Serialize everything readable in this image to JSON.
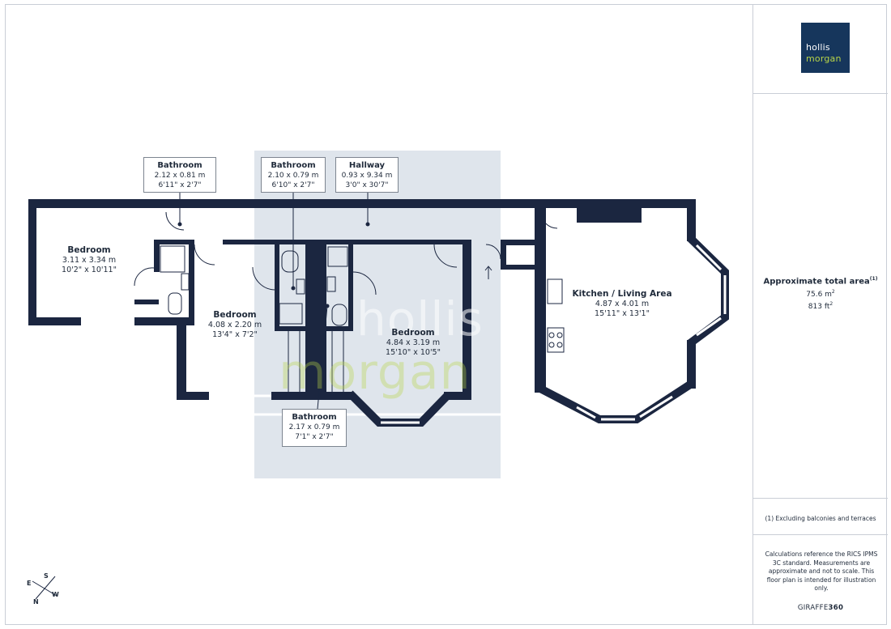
{
  "logo": {
    "line1": "hollis",
    "line2": "morgan",
    "brand_color": "#16365c",
    "accent_color": "#b8d448"
  },
  "labels": {
    "bathroom_left": {
      "title": "Bathroom",
      "metric": "2.12 x 0.81 m",
      "imperial": "6'11\" x 2'7\""
    },
    "bathroom_mid": {
      "title": "Bathroom",
      "metric": "2.10 x 0.79 m",
      "imperial": "6'10\" x 2'7\""
    },
    "hallway": {
      "title": "Hallway",
      "metric": "0.93 x 9.34 m",
      "imperial": "3'0\" x 30'7\""
    },
    "bathroom_bottom": {
      "title": "Bathroom",
      "metric": "2.17 x 0.79 m",
      "imperial": "7'1\" x 2'7\""
    }
  },
  "rooms": {
    "bedroom_1": {
      "title": "Bedroom",
      "metric": "3.11 x 3.34 m",
      "imperial": "10'2\" x 10'11\""
    },
    "bedroom_2": {
      "title": "Bedroom",
      "metric": "4.08 x 2.20 m",
      "imperial": "13'4\" x 7'2\""
    },
    "bedroom_3": {
      "title": "Bedroom",
      "metric": "4.84 x 3.19 m",
      "imperial": "15'10\" x 10'5\""
    },
    "kitchen": {
      "title": "Kitchen / Living Area",
      "metric": "4.87 x 4.01 m",
      "imperial": "15'11\" x 13'1\""
    }
  },
  "watermark": {
    "line1": "hollis",
    "line2": "morgan"
  },
  "compass": {
    "n": "N",
    "e": "E",
    "s": "S",
    "w": "W"
  },
  "sidebar": {
    "area_title": "Approximate total area",
    "area_footnote": "(1)",
    "area_m2": "75.6 m",
    "area_m2_unit": "2",
    "area_ft2": "813 ft",
    "area_ft2_unit": "2",
    "footnote": "(1) Excluding balconies and terraces",
    "calc_note": "Calculations reference the RICS IPMS 3C standard. Measurements are approximate and not to scale. This floor plan is intended for illustration only.",
    "brand_a": "GIRAFFE",
    "brand_b": "360"
  },
  "colors": {
    "wall": "#1b2640",
    "highlight": "#dfe5ec",
    "window": "#ffffff"
  }
}
